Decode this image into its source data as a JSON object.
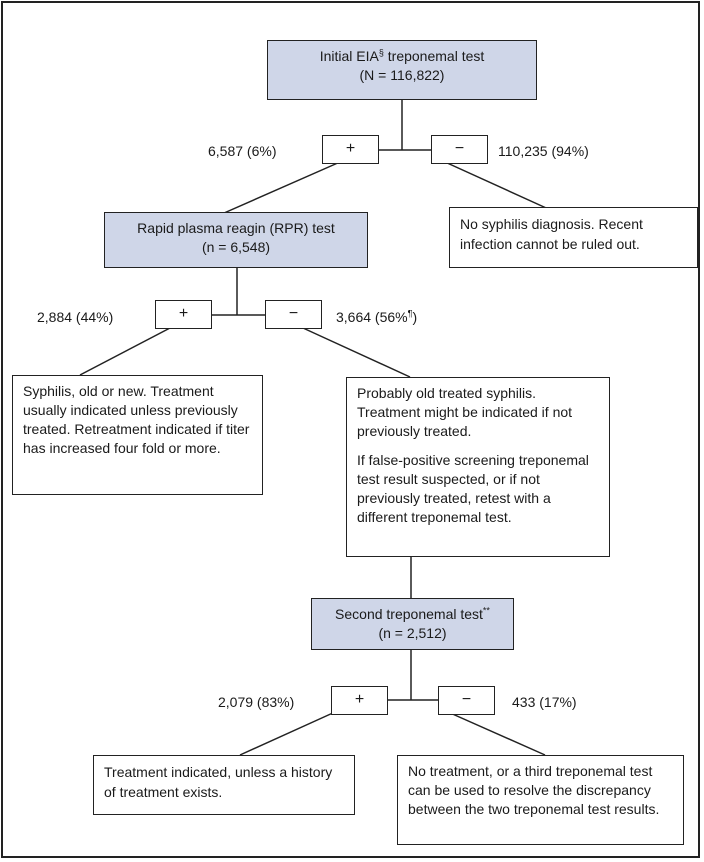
{
  "initial_test": {
    "line1_pre": "Initial EIA",
    "line1_sup": "§",
    "line1_post": " treponemal test",
    "line2": "(N = 116,822)"
  },
  "rpr_test": {
    "line1": "Rapid plasma reagin (RPR) test",
    "line2": "(n = 6,548)"
  },
  "second_test": {
    "line1_pre": "Second treponemal test",
    "line1_sup": "**",
    "line2": "(n = 2,512)"
  },
  "signs": {
    "positive": "+",
    "negative": "−"
  },
  "counts": {
    "eia_pos": "6,587 (6%)",
    "eia_neg": "110,235 (94%)",
    "rpr_pos": "2,884 (44%)",
    "rpr_neg_pre": "3,664 (56%",
    "rpr_neg_sup": "¶",
    "rpr_neg_post": ")",
    "second_pos": "2,079 (83%)",
    "second_neg": "433 (17%)"
  },
  "outcomes": {
    "no_syphilis": "No syphilis diagnosis. Recent infection cannot be ruled out.",
    "syphilis_old_new": "Syphilis, old or new. Treatment usually indicated unless previously treated. Retreatment indicated if titer has increased four fold or more.",
    "probably_old_p1": "Probably old treated syphilis. Treatment might be indicated if not previously treated.",
    "probably_old_p2": "If false-positive screening treponemal test result suspected, or if not previously treated, retest with a different treponemal test.",
    "treatment_indicated": "Treatment indicated, unless a history of treatment exists.",
    "no_treatment": "No treatment, or a third treponemal test can be used to resolve the discrepancy between the two treponemal test results."
  },
  "colors": {
    "test_box_fill": "#cfd6e8",
    "border": "#222222"
  }
}
